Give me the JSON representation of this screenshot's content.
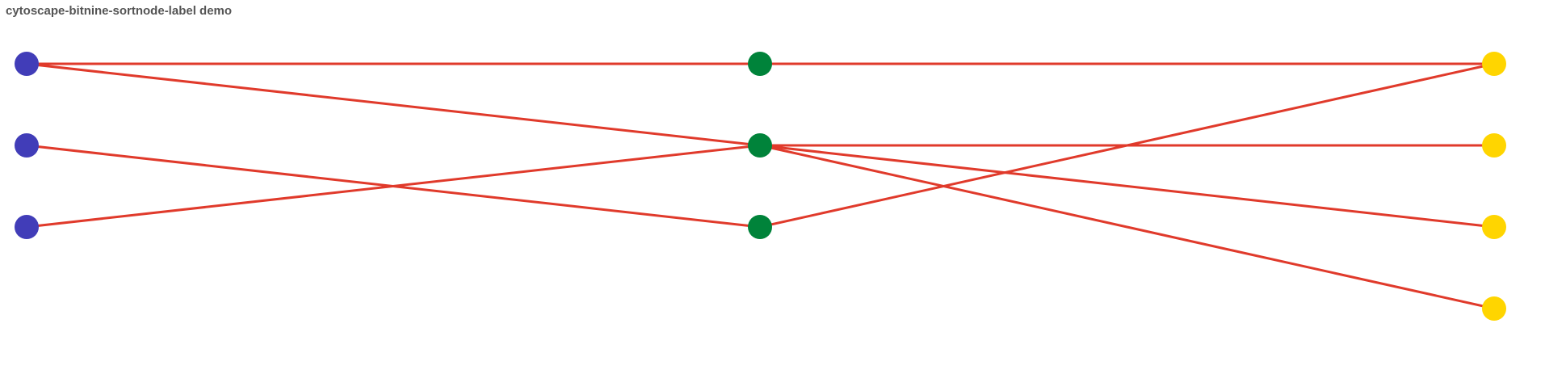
{
  "page": {
    "title": "cytoscape-bitnine-sortnode-label demo"
  },
  "graph": {
    "colors": {
      "edge": "#e03a2b",
      "group_a": "#413db8",
      "group_b": "#00833a",
      "group_c": "#ffd500"
    },
    "nodes": [
      {
        "id": "a1",
        "group": "group_a",
        "column": 0,
        "row": 0
      },
      {
        "id": "a2",
        "group": "group_a",
        "column": 0,
        "row": 1
      },
      {
        "id": "a3",
        "group": "group_a",
        "column": 0,
        "row": 2
      },
      {
        "id": "b1",
        "group": "group_b",
        "column": 1,
        "row": 0
      },
      {
        "id": "b2",
        "group": "group_b",
        "column": 1,
        "row": 1
      },
      {
        "id": "b3",
        "group": "group_b",
        "column": 1,
        "row": 2
      },
      {
        "id": "c1",
        "group": "group_c",
        "column": 2,
        "row": 0
      },
      {
        "id": "c2",
        "group": "group_c",
        "column": 2,
        "row": 1
      },
      {
        "id": "c3",
        "group": "group_c",
        "column": 2,
        "row": 2
      },
      {
        "id": "c4",
        "group": "group_c",
        "column": 2,
        "row": 3
      }
    ],
    "edges": [
      {
        "source": "a1",
        "target": "b1"
      },
      {
        "source": "a1",
        "target": "b2"
      },
      {
        "source": "a2",
        "target": "b3"
      },
      {
        "source": "a3",
        "target": "b2"
      },
      {
        "source": "b1",
        "target": "c1"
      },
      {
        "source": "b2",
        "target": "c2"
      },
      {
        "source": "b2",
        "target": "c3"
      },
      {
        "source": "b2",
        "target": "c4"
      },
      {
        "source": "b3",
        "target": "c1"
      }
    ]
  }
}
